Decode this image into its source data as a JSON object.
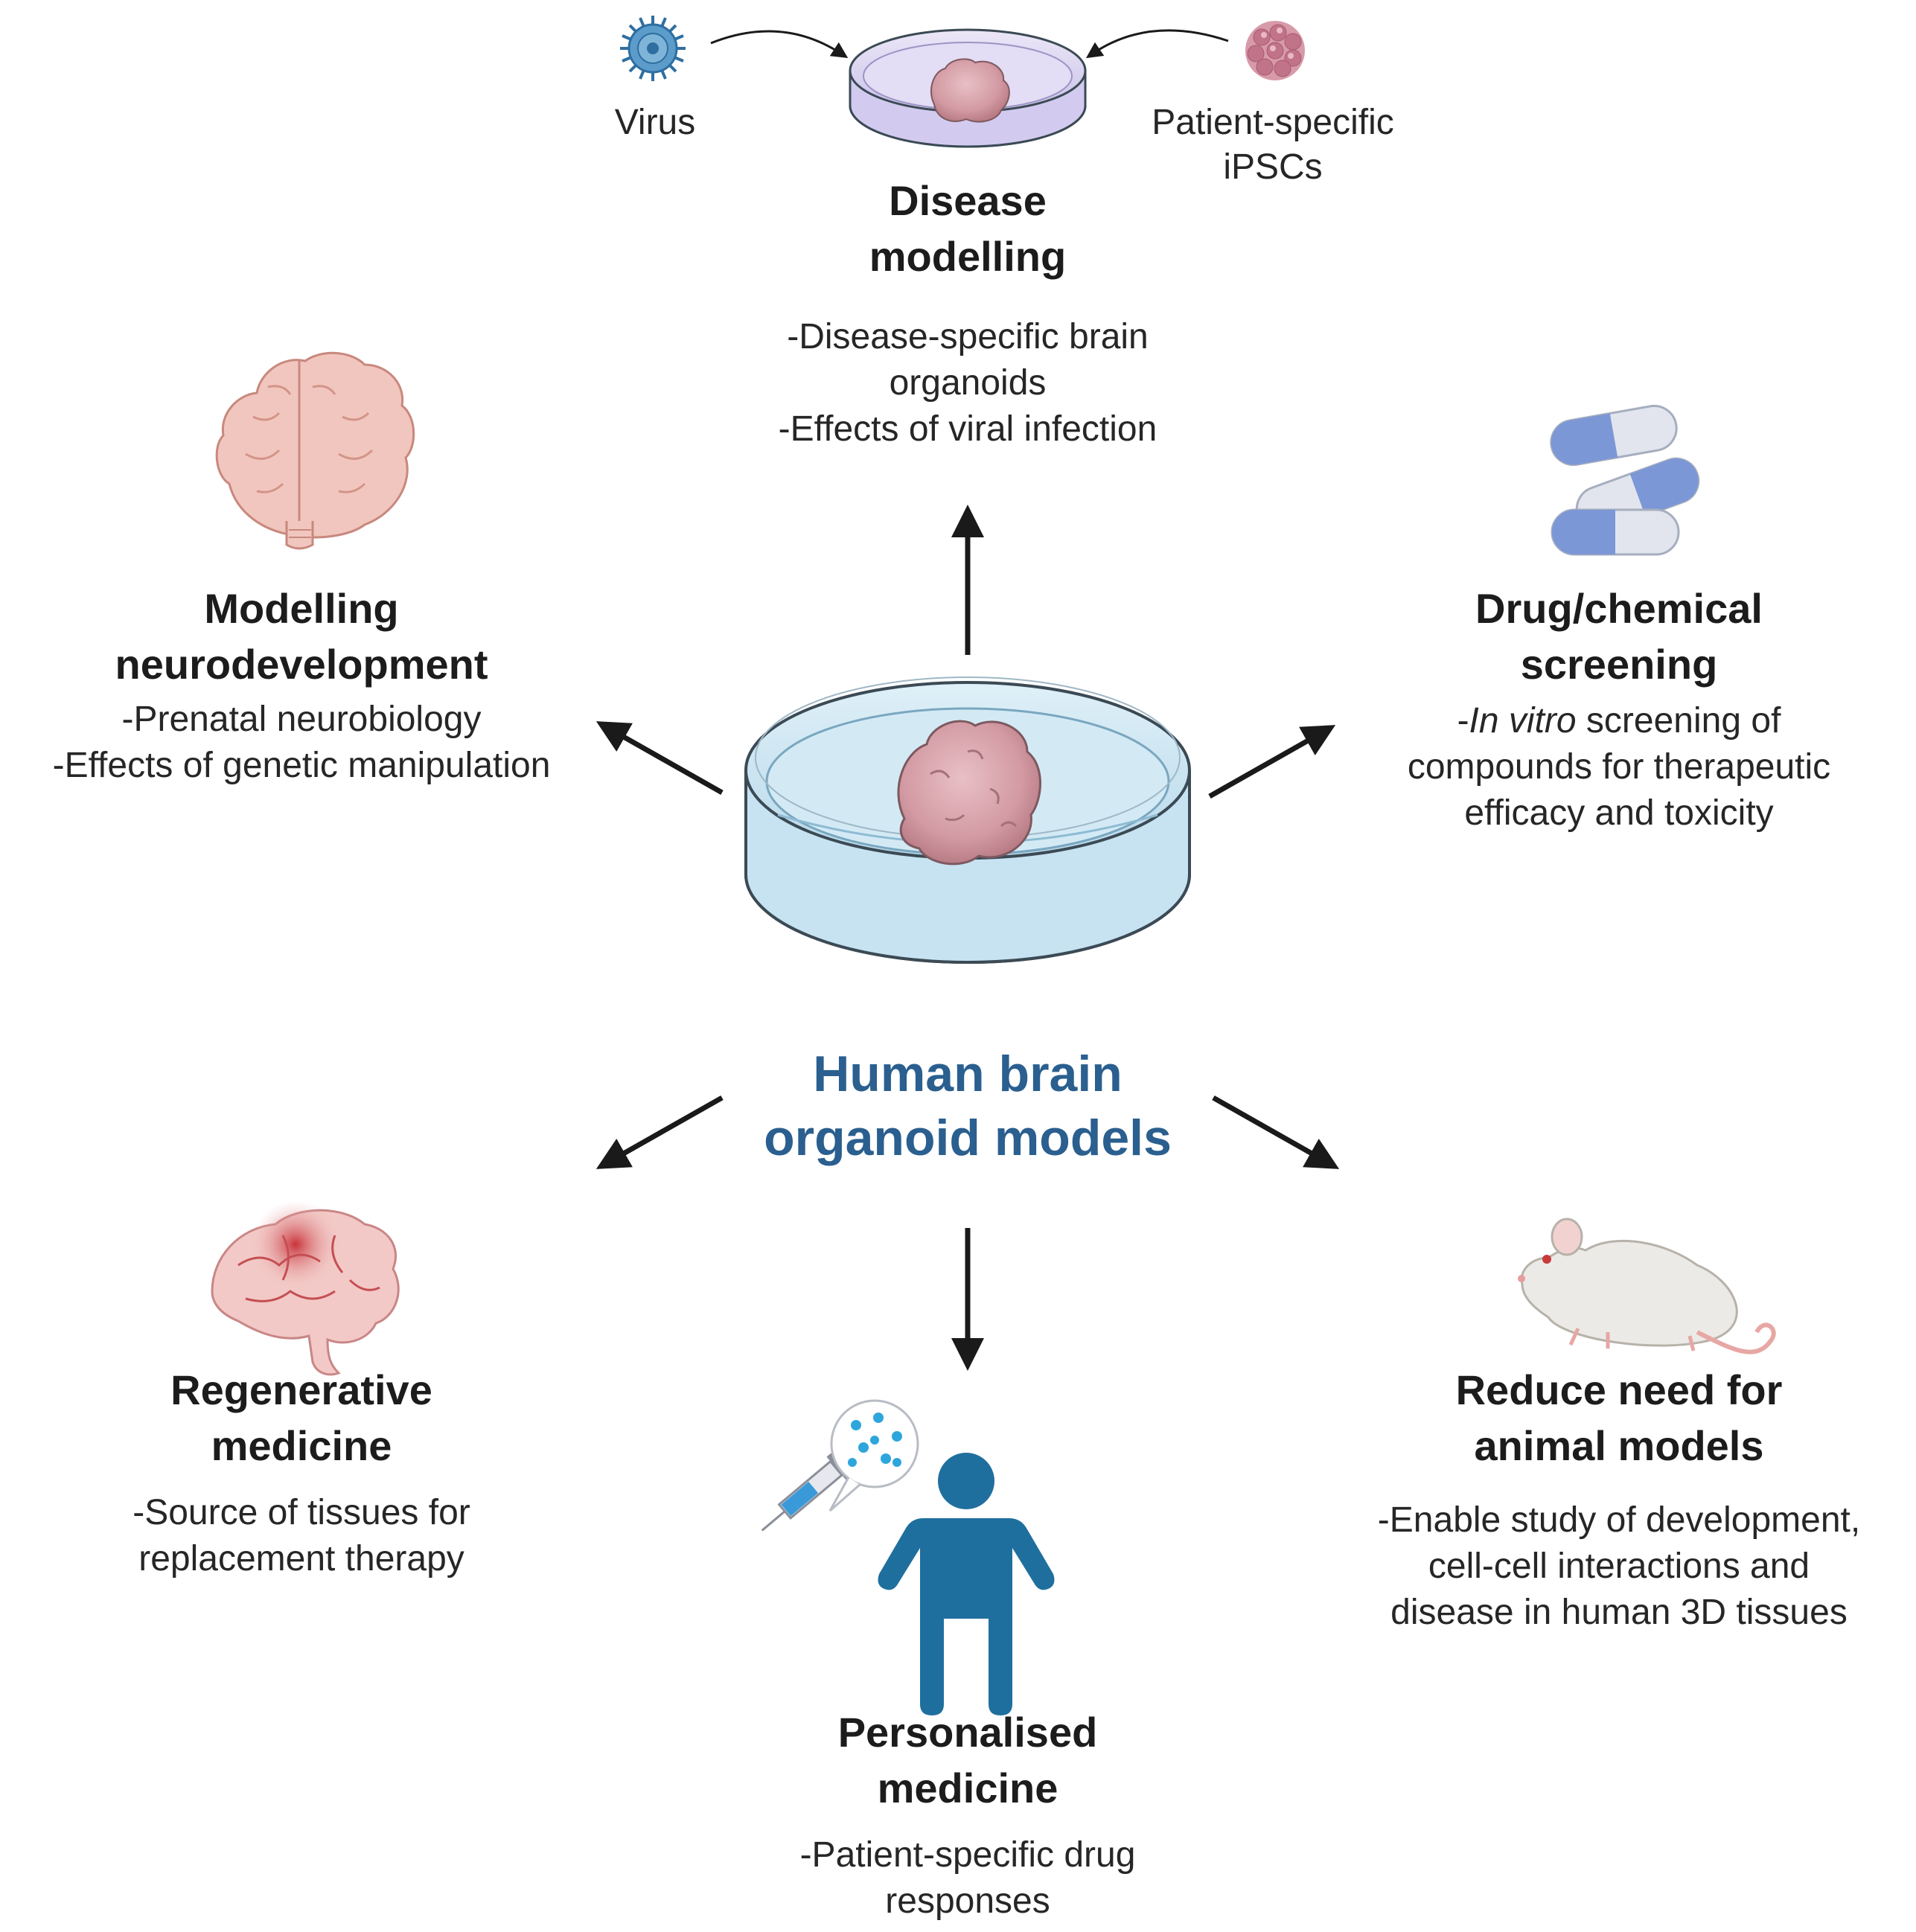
{
  "center": {
    "title_line1": "Human brain",
    "title_line2": "organoid models"
  },
  "disease_modelling": {
    "title_line1": "Disease",
    "title_line2": "modelling",
    "virus_label": "Virus",
    "ipsc_label_line1": "Patient-specific",
    "ipsc_label_line2": "iPSCs",
    "desc_line1": "-Disease-specific brain",
    "desc_line2": "organoids",
    "desc_line3": "-Effects of viral infection"
  },
  "neurodevelopment": {
    "title_line1": "Modelling",
    "title_line2": "neurodevelopment",
    "desc_line1": "-Prenatal neurobiology",
    "desc_line2": "-Effects of genetic manipulation"
  },
  "drug_screening": {
    "title_line1": "Drug/chemical",
    "title_line2": "screening",
    "desc_line1_prefix": "-",
    "desc_line1_italic": "In vitro",
    "desc_line1_rest": " screening of",
    "desc_line2": "compounds for therapeutic",
    "desc_line3": "efficacy and toxicity"
  },
  "regenerative": {
    "title_line1": "Regenerative",
    "title_line2": "medicine",
    "desc_line1": "-Source of tissues for",
    "desc_line2": "replacement therapy"
  },
  "animal_models": {
    "title_line1": "Reduce need for",
    "title_line2": "animal models",
    "desc_line1": "-Enable study of development,",
    "desc_line2": "cell-cell interactions and",
    "desc_line3": "disease in human 3D tissues"
  },
  "personalised": {
    "title_line1": "Personalised",
    "title_line2": "medicine",
    "desc_line1": "-Patient-specific drug",
    "desc_line2": "responses"
  },
  "colors": {
    "center_title": "#2a5f8f",
    "person": "#1f6f9e",
    "arrow": "#1a1a1a",
    "organoid": "#d9a3ab",
    "dish_liquid": "#cde6f3",
    "capsule_blue": "#7c97d6"
  }
}
